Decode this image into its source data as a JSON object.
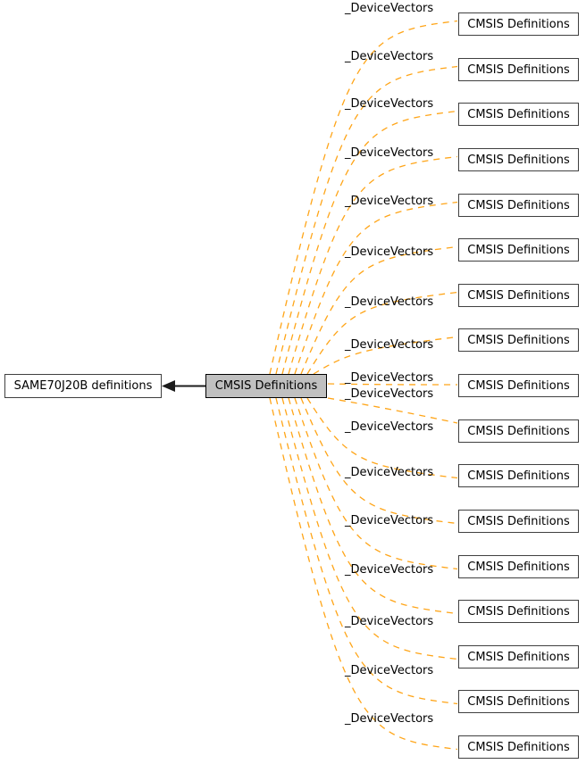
{
  "diagram": {
    "type": "dependency-graph",
    "left_node": {
      "label": "SAME70J20B definitions"
    },
    "center_node": {
      "label": "CMSIS Definitions"
    },
    "right_nodes": [
      {
        "label": "CMSIS Definitions",
        "edge_label": "_DeviceVectors"
      },
      {
        "label": "CMSIS Definitions",
        "edge_label": "_DeviceVectors"
      },
      {
        "label": "CMSIS Definitions",
        "edge_label": "_DeviceVectors"
      },
      {
        "label": "CMSIS Definitions",
        "edge_label": "_DeviceVectors"
      },
      {
        "label": "CMSIS Definitions",
        "edge_label": "_DeviceVectors"
      },
      {
        "label": "CMSIS Definitions",
        "edge_label": "_DeviceVectors"
      },
      {
        "label": "CMSIS Definitions",
        "edge_label": "_DeviceVectors"
      },
      {
        "label": "CMSIS Definitions",
        "edge_label": "_DeviceVectors"
      },
      {
        "label": "CMSIS Definitions",
        "edge_label": "_DeviceVectors"
      },
      {
        "label": "CMSIS Definitions",
        "edge_label": "_DeviceVectors"
      },
      {
        "label": "CMSIS Definitions",
        "edge_label": "_DeviceVectors"
      },
      {
        "label": "CMSIS Definitions",
        "edge_label": "_DeviceVectors"
      },
      {
        "label": "CMSIS Definitions",
        "edge_label": "_DeviceVectors"
      },
      {
        "label": "CMSIS Definitions",
        "edge_label": "_DeviceVectors"
      },
      {
        "label": "CMSIS Definitions",
        "edge_label": "_DeviceVectors"
      },
      {
        "label": "CMSIS Definitions",
        "edge_label": "_DeviceVectors"
      },
      {
        "label": "CMSIS Definitions",
        "edge_label": "_DeviceVectors"
      }
    ],
    "colors": {
      "edge_dashed": "#ffa518",
      "edge_solid": "#1c1c1c",
      "center_node_fill": "#c0c0c0",
      "center_node_border": "#000000",
      "node_fill": "#ffffff",
      "node_border": "#404040",
      "background": "#ffffff",
      "text": "#000000"
    }
  }
}
